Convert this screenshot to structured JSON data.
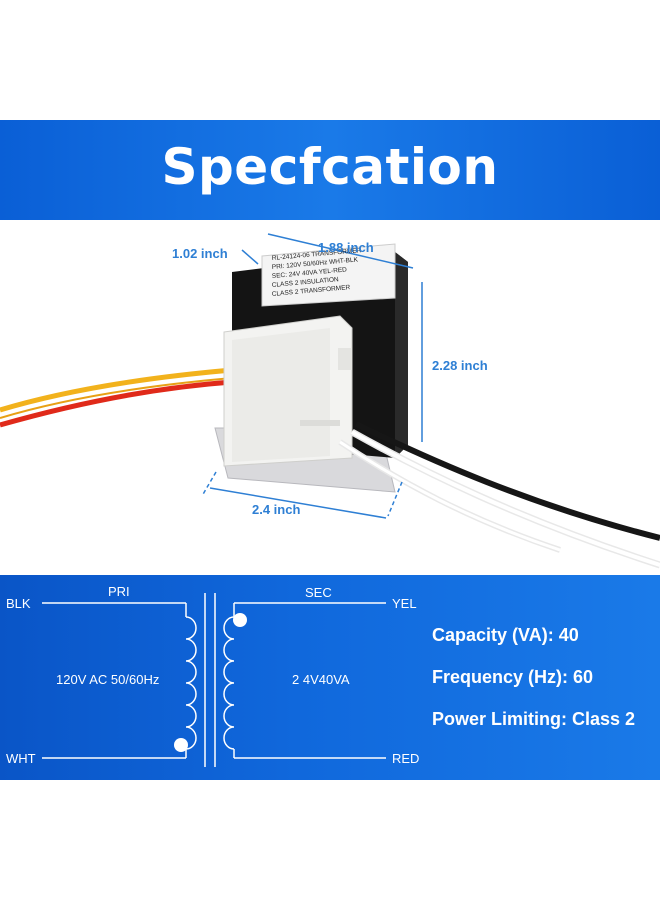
{
  "title": "Specfcation",
  "dimensions": {
    "depth": "1.02 inch",
    "width": "1.88 inch",
    "height": "2.28 inch",
    "base": "2.4 inch"
  },
  "label_text": [
    "RL-24124-06   TRANSFORMER",
    "PRI: 120V 50/60Hz WHT-BLK",
    "SEC: 24V 40VA YEL-RED",
    "CLASS 2 INSULATION",
    "CLASS 2 TRANSFORMER"
  ],
  "schematic": {
    "pri": "PRI",
    "sec": "SEC",
    "blk": "BLK",
    "wht": "WHT",
    "yel": "YEL",
    "red": "RED",
    "primary_rating": "120V AC 50/60Hz",
    "secondary_rating": "2 4V40VA"
  },
  "specs": [
    {
      "label": "Capacity (VA):",
      "value": "40"
    },
    {
      "label": "Frequency (Hz):",
      "value": "60"
    },
    {
      "label": "Power Limiting:",
      "value": "Class 2"
    }
  ],
  "colors": {
    "banner": "#1068dc",
    "dimension": "#2e7fd4",
    "wire_red": "#e02a1a",
    "wire_yellow": "#f2b21c",
    "wire_black": "#1a1a1a",
    "wire_white": "#f4f4f4"
  }
}
